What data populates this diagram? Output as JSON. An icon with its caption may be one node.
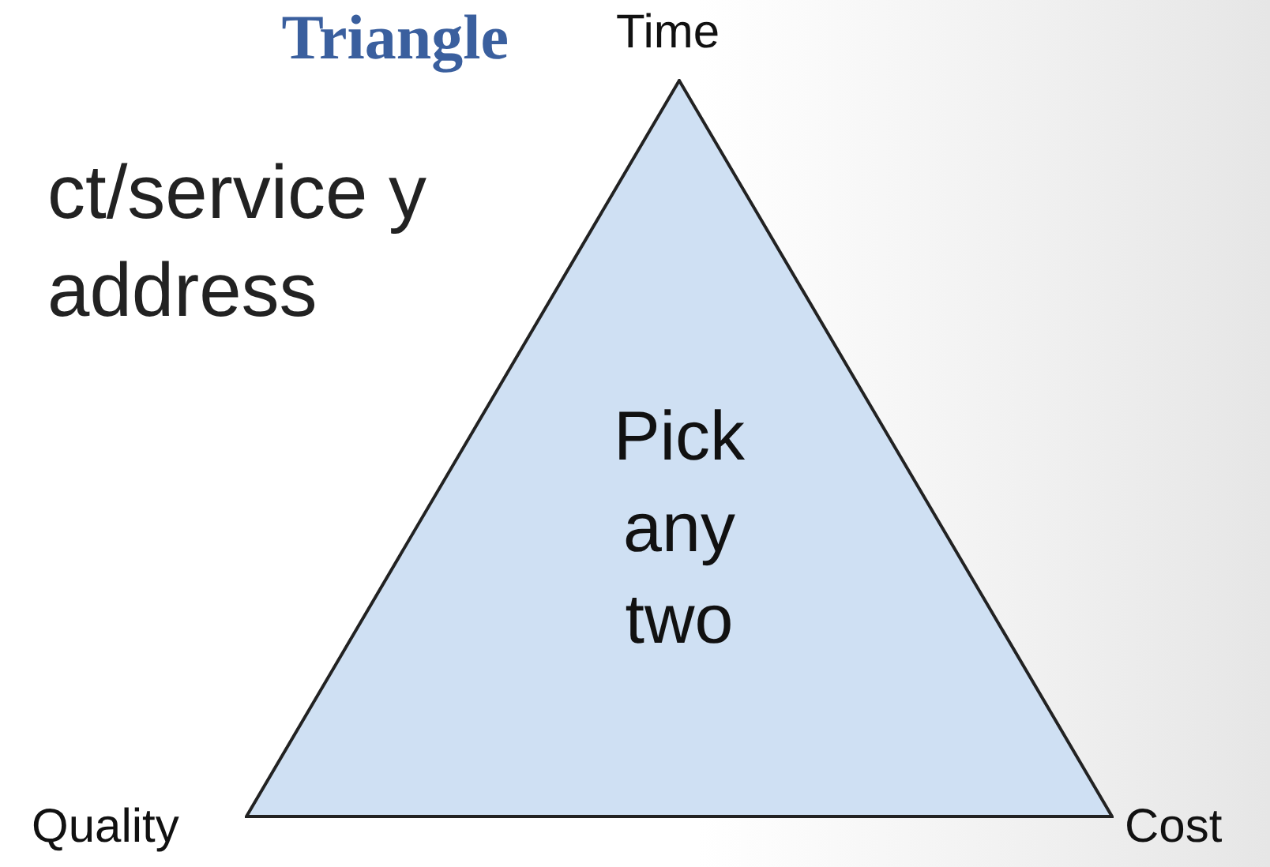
{
  "diagram": {
    "title": "Triangle",
    "nodes": [
      {
        "text": [
          "Pick any two"
        ]
      }
    ],
    "edges": [],
    "labels": [
      "ct/service y address",
      "Time",
      "Quality",
      "Cost"
    ]
  }
}
